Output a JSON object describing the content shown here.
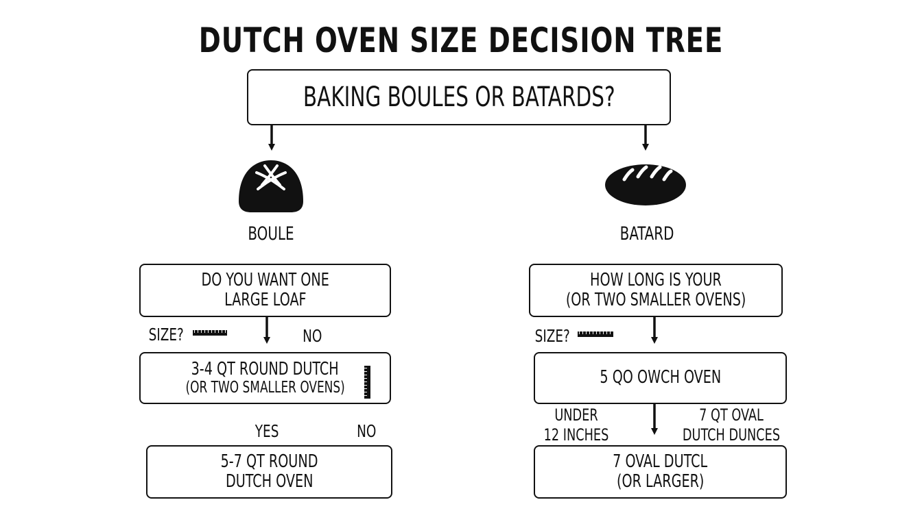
{
  "title": "DUTCH OVEN SIZE DECISION TREE",
  "root_question": "BAKING BOULES OR BATARDS?",
  "boule": {
    "label": "BOULE",
    "question_line1": "DO YOU WANT ONE",
    "question_line2": "LARGE LOAF",
    "size_label": "SIZE?",
    "no_label": "NO",
    "result1_line1": "3-4 QT ROUND DUTCH",
    "result1_line2": "(OR TWO SMALLER OVENS)",
    "yes_label": "YES",
    "no_label2": "NO",
    "result2_line1": "5-7 QT ROUND",
    "result2_line2": "DUTCH OVEN"
  },
  "batard": {
    "label": "BATARD",
    "question_line1": "HOW LONG IS YOUR",
    "question_line2": "(OR TWO SMALLER OVENS)",
    "size_label": "SIZE?",
    "result1": "5 QO OWCH OVEN",
    "under_line1": "UNDER",
    "under_line2": "12 INCHES",
    "oval_line1": "7 QT OVAL",
    "oval_line2": "DUTCH DUNCES",
    "result2_line1": "7 OVAL DUTCL",
    "result2_line2": "(OR LARGER)"
  },
  "icons": {
    "boule": "round-bread-icon",
    "batard": "oval-bread-icon",
    "ruler": "ruler-icon"
  },
  "colors": {
    "ink": "#111111",
    "background": "#ffffff"
  }
}
